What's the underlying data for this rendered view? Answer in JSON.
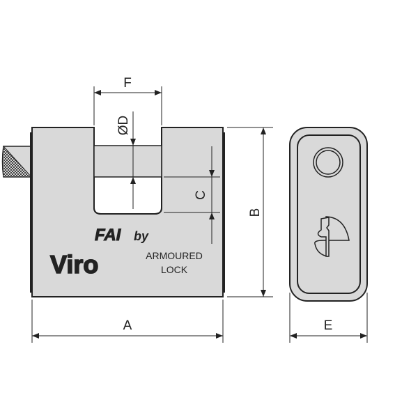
{
  "colors": {
    "body": "#d9d9d9",
    "stroke": "#222222",
    "background": "#ffffff"
  },
  "front_view": {
    "logo": "FAI",
    "by": "by",
    "brand": "Viro",
    "product_line1": "ARMOURED",
    "product_line2": "LOCK"
  },
  "dimensions": {
    "width": "A",
    "height": "B",
    "shackle_gap": "C",
    "shackle_diameter": "ØD",
    "depth": "E",
    "slot_width": "F"
  }
}
